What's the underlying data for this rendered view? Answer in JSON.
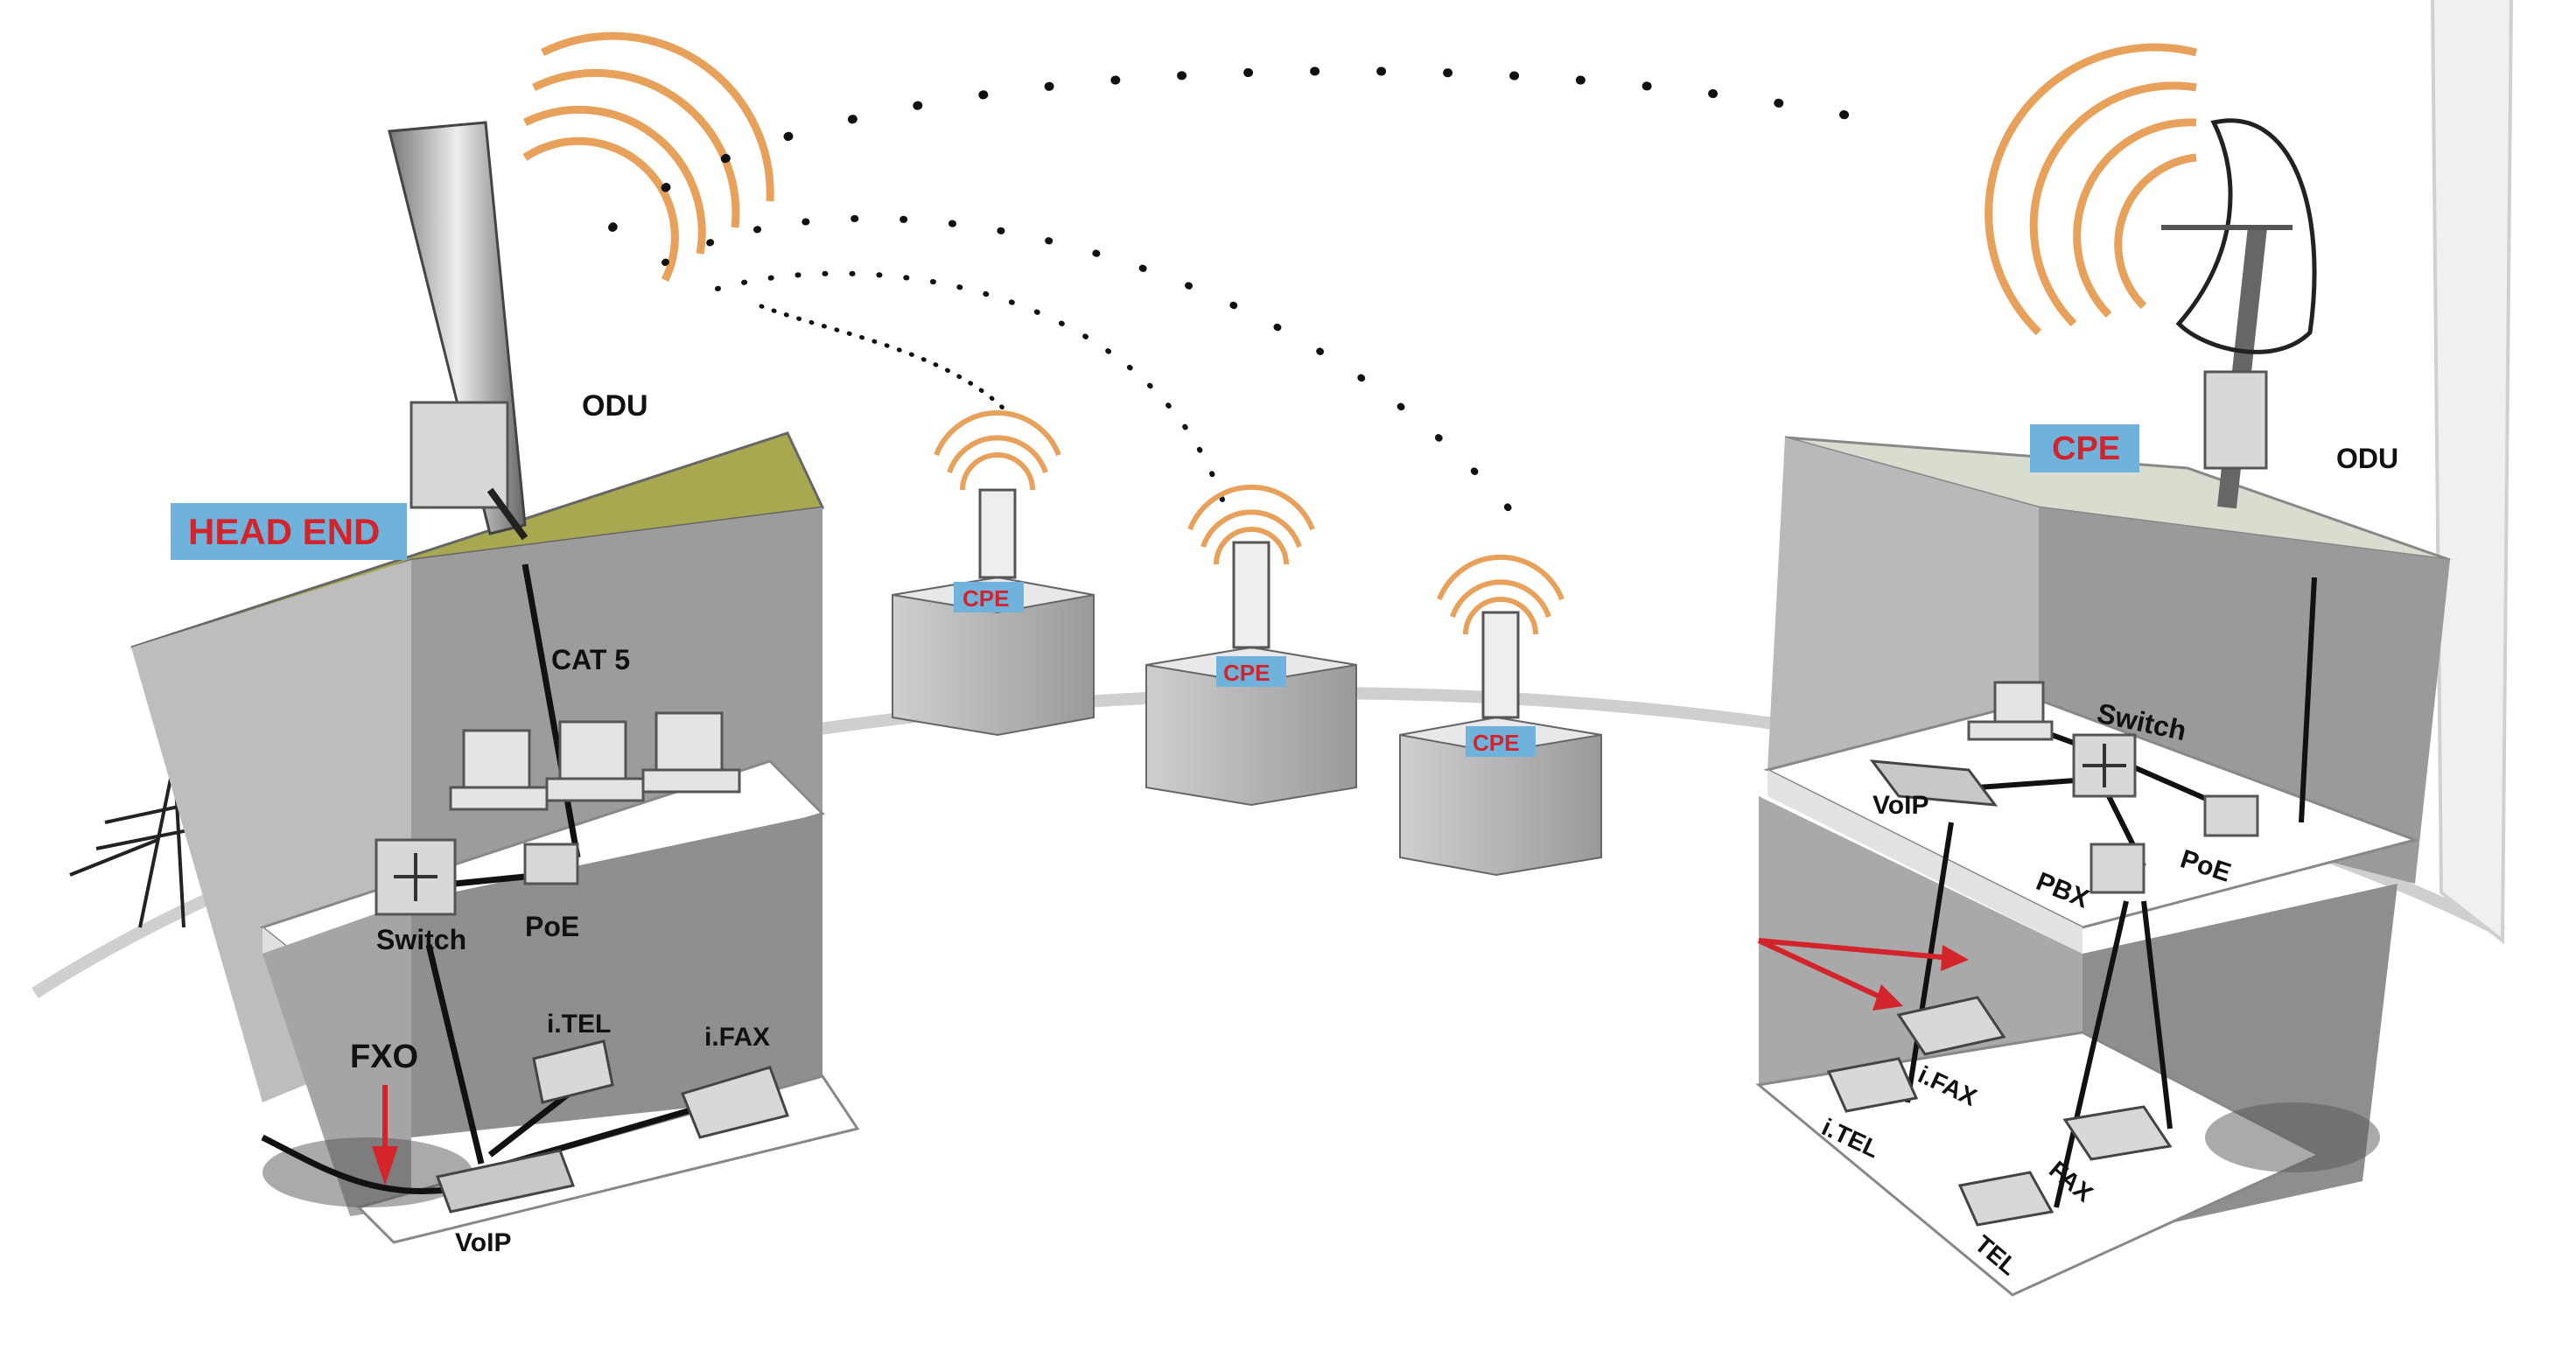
{
  "labels": {
    "odu_left": "ODU",
    "odu_right": "ODU",
    "head_end": "HEAD END",
    "cat5": "CAT 5",
    "switch_left": "Switch",
    "poe_left": "PoE",
    "fxo": "FXO",
    "itel_left": "i.TEL",
    "ifax_left": "i.FAX",
    "voip_left": "VoIP",
    "cpe_right": "CPE",
    "switch_right": "Switch",
    "voip_right": "VoIP",
    "pbx": "PBX",
    "poe_right": "PoE",
    "ifax_right": "i.FAX",
    "itel_right": "i.TEL",
    "fax_right": "FAX",
    "tel_right": "TEL",
    "cpe_b1": "CPE",
    "cpe_b2": "CPE",
    "cpe_b3": "CPE"
  },
  "colors": {
    "badge_bg": "#6fb3dc",
    "badge_text": "#d4242b",
    "roof": "#a8a850",
    "wall_dark": "#8e8e8e",
    "wall_mid": "#b4b4b4",
    "floor": "#ffffff",
    "signal": "#e8a15a",
    "arrow": "#d4242b"
  }
}
